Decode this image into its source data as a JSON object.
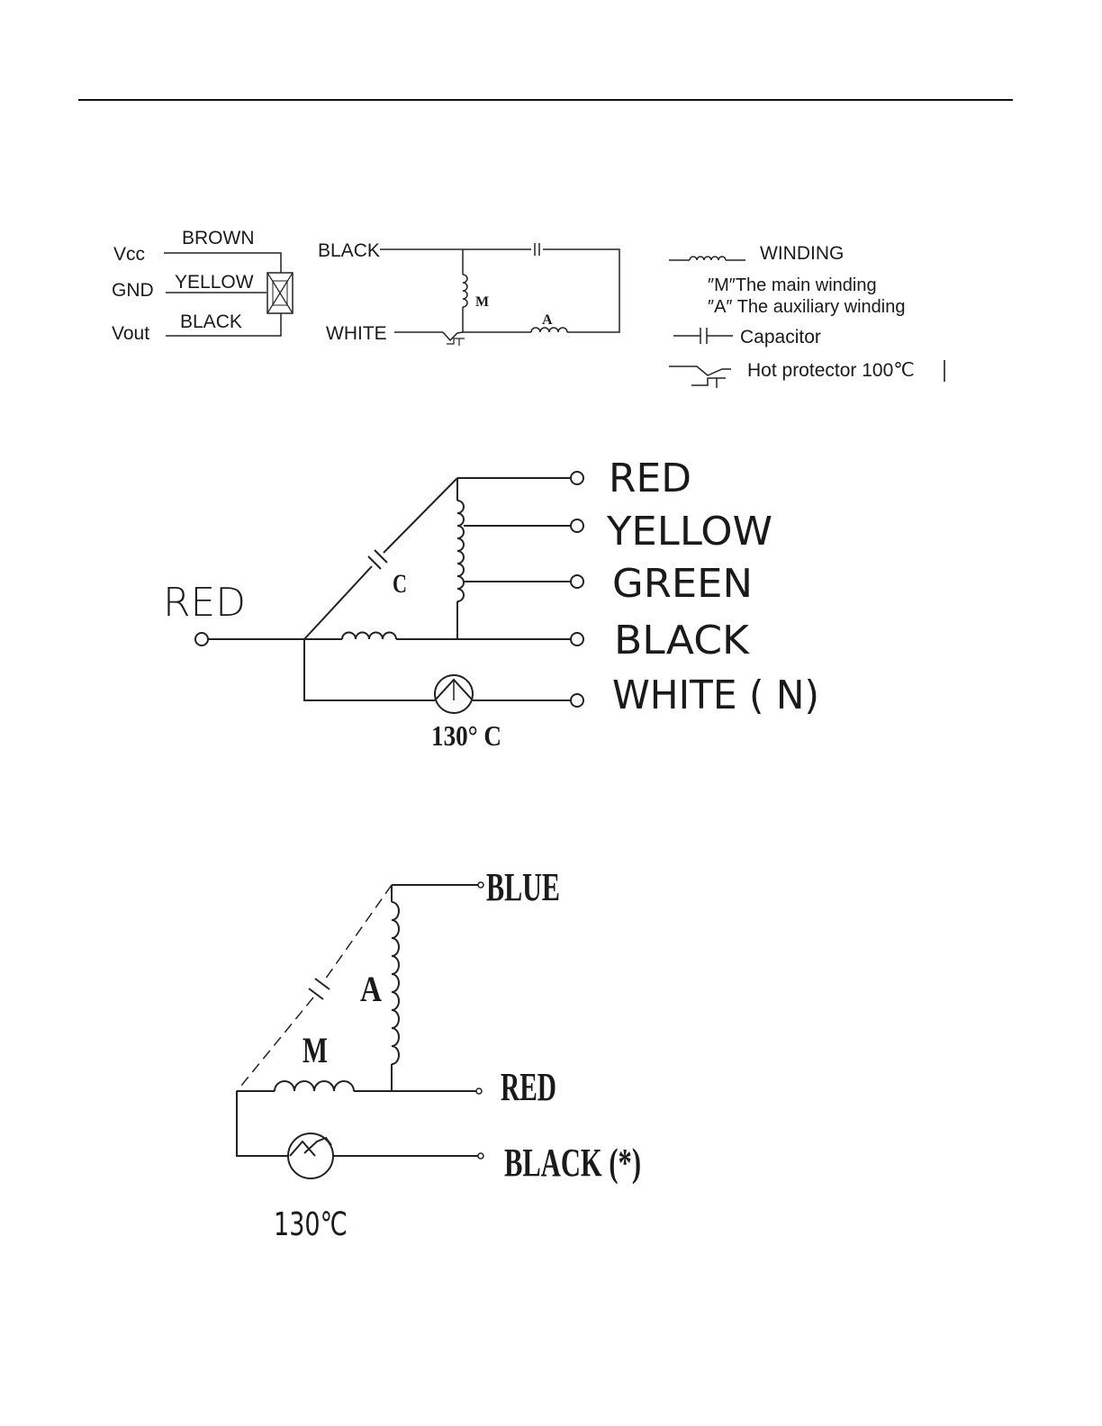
{
  "top_rule": "",
  "diagram1": {
    "sensor": {
      "pins": [
        "Vcc",
        "GND",
        "Vout"
      ],
      "wires": [
        "BROWN",
        "YELLOW",
        "BLACK"
      ]
    },
    "motor": {
      "lead_top": "BLACK",
      "lead_bottom": "WHITE",
      "main_label": "M",
      "aux_label": "A"
    },
    "legend": {
      "winding": "WINDING",
      "main_desc": "″M″The main winding",
      "aux_desc": "″A″ The auxiliary winding",
      "capacitor": "Capacitor",
      "protector": "Hot protector 100℃"
    }
  },
  "diagram2": {
    "input_lead": "RED",
    "capacitor_label": "C",
    "outputs": [
      "RED",
      "YELLOW",
      "GREEN",
      "BLACK",
      "WHITE ( N)"
    ],
    "protector_temp": "130° C"
  },
  "diagram3": {
    "outputs": [
      "BLUE",
      "RED",
      "BLACK (*)"
    ],
    "aux_label": "A",
    "main_label": "M",
    "protector_temp": "130℃"
  }
}
